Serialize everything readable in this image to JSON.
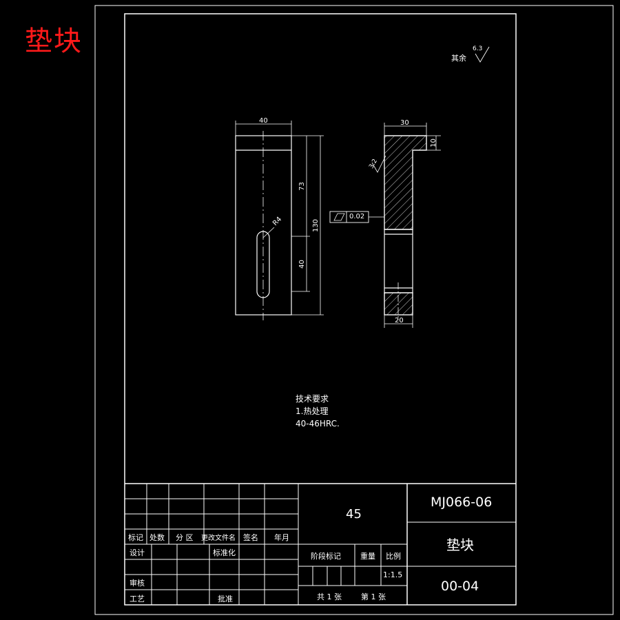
{
  "part_title": "垫块",
  "surface_note": {
    "label": "其余",
    "roughness": "6.3"
  },
  "front_view": {
    "dim_width": "40",
    "dim_height_upper": "73",
    "dim_total_height": "130",
    "dim_slot_length": "40",
    "dim_radius": "R4"
  },
  "side_view": {
    "dim_width": "30",
    "dim_step": "10",
    "dim_bottom": "20",
    "roughness": "3.2",
    "tolerance_value": "0.02"
  },
  "technical_requirements": {
    "heading": "技术要求",
    "line1": "1.热处理",
    "line2": "40-46HRC."
  },
  "title_block": {
    "material": "45",
    "drawing_no": "MJ066-06",
    "name": "垫块",
    "code": "00-04",
    "scale": "1:1.5",
    "headers": {
      "mark": "标记",
      "count": "处数",
      "zone": "分 区",
      "change_doc": "更改文件名",
      "signature": "签名",
      "date": "年月",
      "design": "设计",
      "standardize": "标准化",
      "review": "审核",
      "process": "工艺",
      "approve": "批准",
      "stage_mark": "阶段标记",
      "weight": "重量",
      "scale_label": "比例",
      "total_sheets": "共 1 张",
      "sheet_no": "第 1 张"
    }
  }
}
